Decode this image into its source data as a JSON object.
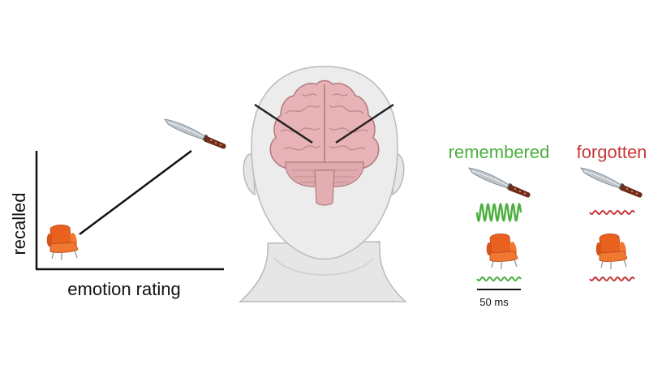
{
  "graph": {
    "y_label": "recalled",
    "x_label": "emotion rating",
    "low_point_icon": "armchair-icon",
    "high_point_icon": "knife-icon"
  },
  "head": {
    "illustration": "head-with-brain-icon"
  },
  "conditions": {
    "remembered": {
      "label": "remembered",
      "color": "#4caf3f",
      "items": [
        "knife-icon",
        "armchair-icon"
      ],
      "signal": "high-amplitude oscillation for knife, low for chair"
    },
    "forgotten": {
      "label": "forgotten",
      "color": "#c8383a",
      "items": [
        "knife-icon",
        "armchair-icon"
      ],
      "signal": "low-amplitude oscillation"
    }
  },
  "scale_bar": {
    "label": "50 ms"
  },
  "colors": {
    "chair": "#e8611f",
    "knife_handle": "#7a2e16",
    "brain": "#e8b3b6",
    "skin": "#e6e6e6"
  }
}
